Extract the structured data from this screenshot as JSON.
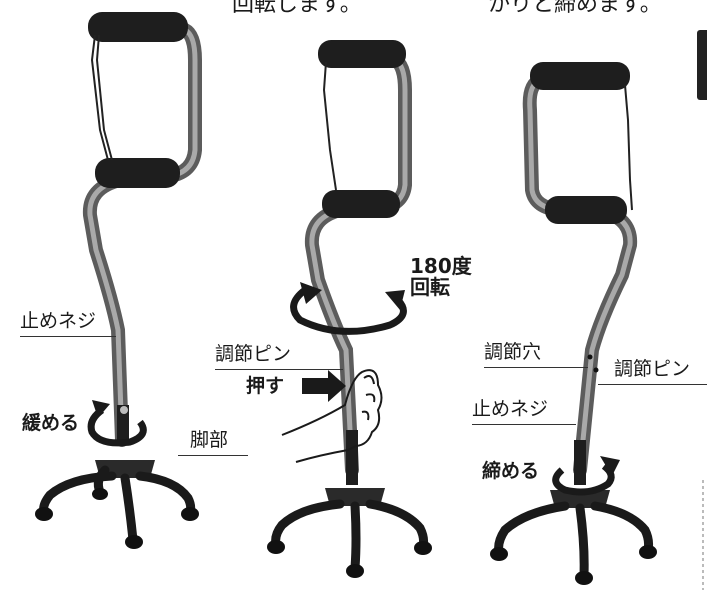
{
  "captions": {
    "top_middle": "回転します。",
    "top_right": "かりと締めます。"
  },
  "left_cane": {
    "lock_screw": "止めネジ",
    "loosen": "緩める",
    "base": "脚部"
  },
  "middle_cane": {
    "rotate": "180度\n回転",
    "adjust_pin": "調節ピン",
    "push": "押す"
  },
  "right_cane": {
    "adjust_hole": "調節穴",
    "adjust_pin": "調節ピン",
    "lock_screw": "止めネジ",
    "tighten": "締める"
  },
  "colors": {
    "shaft": "#7a7a7a",
    "grip": "#1e1e1e",
    "base": "#2a2a2a",
    "ink": "#1a1a1a"
  }
}
